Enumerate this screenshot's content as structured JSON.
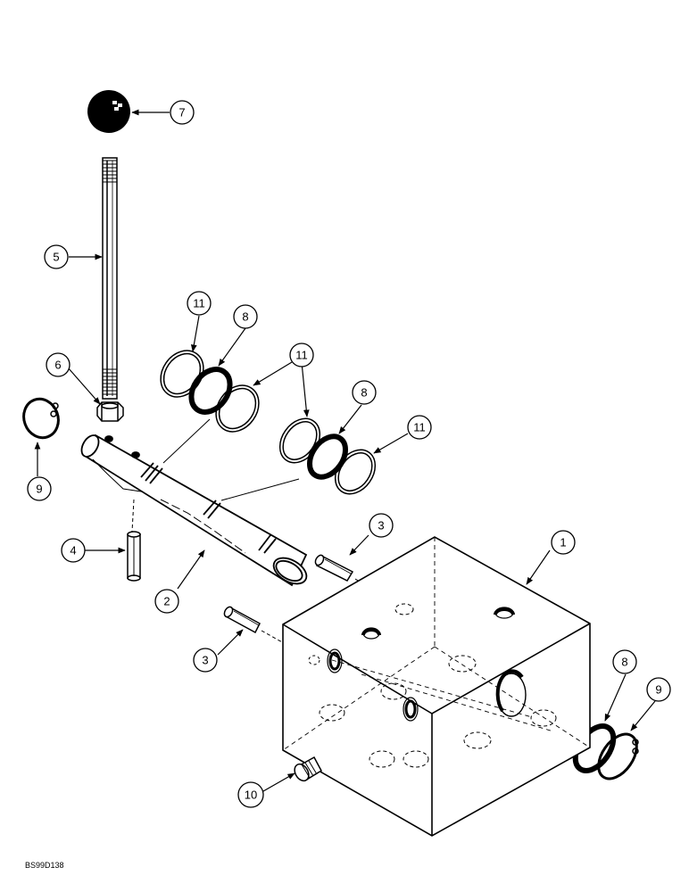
{
  "drawing_code": "BS99D138",
  "callouts": {
    "c1": "1",
    "c2": "2",
    "c3a": "3",
    "c3b": "3",
    "c4": "4",
    "c5": "5",
    "c6": "6",
    "c7": "7",
    "c8a": "8",
    "c8b": "8",
    "c8c": "8",
    "c9a": "9",
    "c9b": "9",
    "c10": "10",
    "c11a": "11",
    "c11b": "11",
    "c11c": "11"
  }
}
